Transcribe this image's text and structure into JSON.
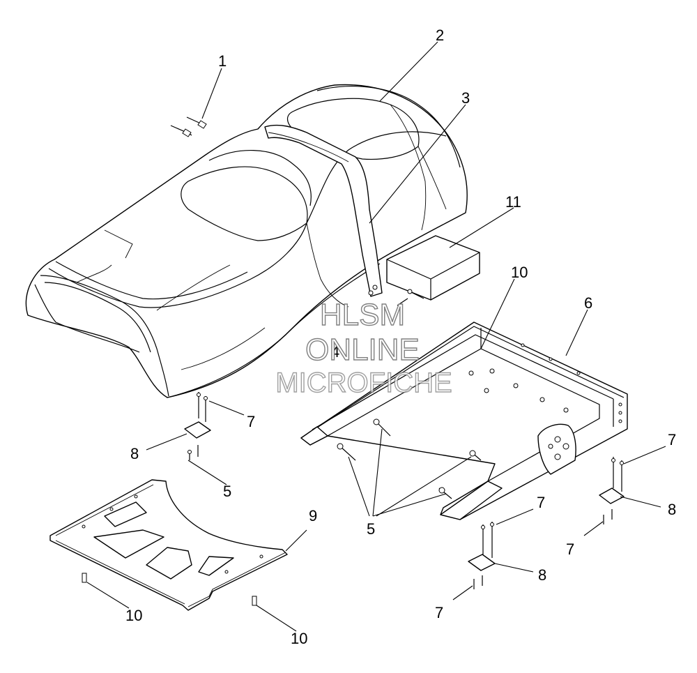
{
  "callouts": [
    {
      "id": "c1",
      "text": "1"
    },
    {
      "id": "c2",
      "text": "2"
    },
    {
      "id": "c3",
      "text": "3"
    },
    {
      "id": "c4",
      "text": "4"
    },
    {
      "id": "c5a",
      "text": "5"
    },
    {
      "id": "c5b",
      "text": "5"
    },
    {
      "id": "c6",
      "text": "6"
    },
    {
      "id": "c7a",
      "text": "7"
    },
    {
      "id": "c7b",
      "text": "7"
    },
    {
      "id": "c7c",
      "text": "7"
    },
    {
      "id": "c7d",
      "text": "7"
    },
    {
      "id": "c7e",
      "text": "7"
    },
    {
      "id": "c8a",
      "text": "8"
    },
    {
      "id": "c8b",
      "text": "8"
    },
    {
      "id": "c8c",
      "text": "8"
    },
    {
      "id": "c9",
      "text": "9"
    },
    {
      "id": "c10a",
      "text": "10"
    },
    {
      "id": "c10b",
      "text": "10"
    },
    {
      "id": "c10c",
      "text": "10"
    },
    {
      "id": "c11",
      "text": "11"
    }
  ],
  "watermark": {
    "line1": "HLSM",
    "line2": "ONLINE",
    "line3": "MICROFICHE"
  }
}
